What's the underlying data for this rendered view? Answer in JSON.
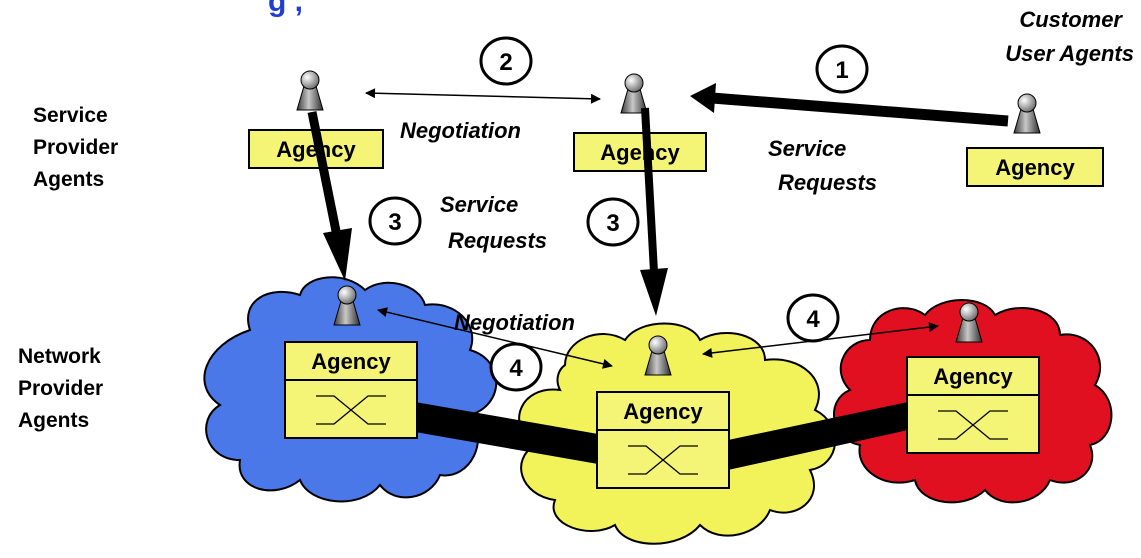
{
  "title_fragment": "g    ,",
  "colors": {
    "blue_cloud": "#4a78e8",
    "yellow_cloud": "#f2f25a",
    "red_cloud": "#e01020",
    "agency_box": "#f4f477",
    "title_text": "#1f3fd0"
  },
  "row_labels": {
    "service": [
      "Service",
      "Provider",
      "Agents"
    ],
    "network": [
      "Network",
      "Provider",
      "Agents"
    ],
    "customer": [
      "Customer",
      "User Agents"
    ]
  },
  "edge_labels": {
    "negotiation_top": "Negotiation",
    "service_requests_right": [
      "Service",
      "Requests"
    ],
    "service_requests_mid": [
      "Service",
      "Requests"
    ],
    "negotiation_bottom": "Negotiation"
  },
  "agency_label": "Agency",
  "step_numbers": {
    "one": "1",
    "two": "2",
    "three_left": "3",
    "three_right": "3",
    "four_left": "4",
    "four_right": "4"
  },
  "icons": {
    "agent": "agent-figure-icon",
    "switch": "switch-cross-icon"
  }
}
